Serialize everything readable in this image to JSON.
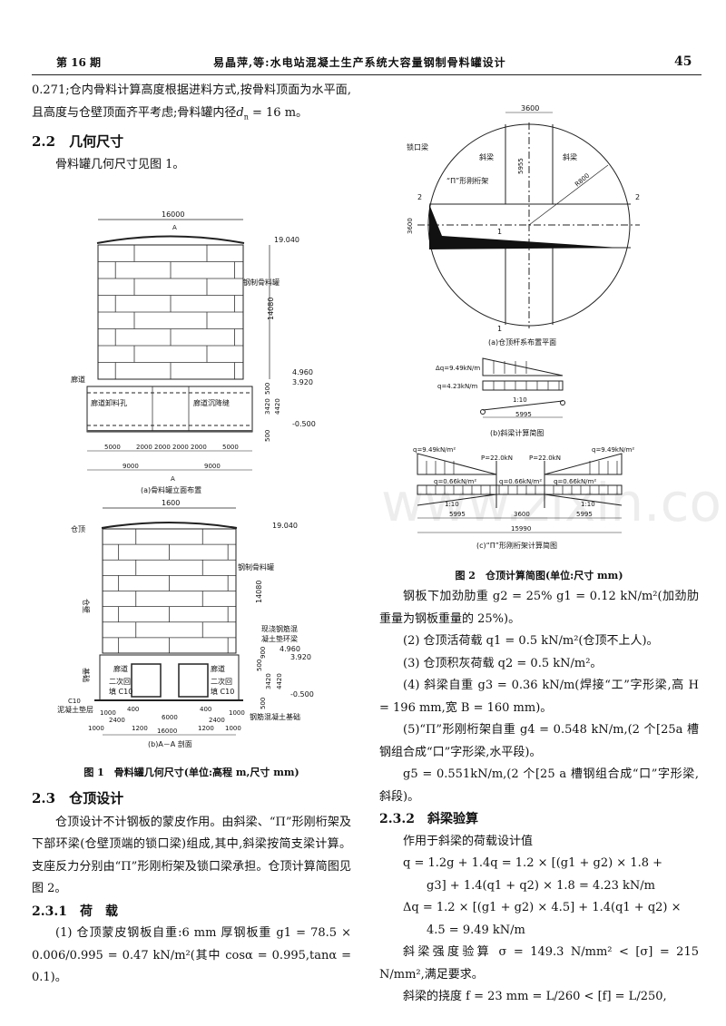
{
  "header": {
    "issue": "第 16 期",
    "running_title": "易晶萍,等:水电站混凝土生产系统大容量钢制骨料罐设计",
    "page_number": "45"
  },
  "left": {
    "p_intro": [
      "0.271;仓内骨料计算高度根据进料方式,按骨料顶面为水平面,且高度与仓壁顶面齐平考虑;骨料罐内径",
      "d",
      "n",
      " = 16 m。"
    ],
    "s22_title": "2.2　几何尺寸",
    "s22_text": "骨料罐几何尺寸见图 1。",
    "fig1": {
      "a": {
        "width_total": "16000",
        "section_mark": "A",
        "elev_top": "19.040",
        "elev_mid1": "4.960",
        "elev_mid2": "3.920",
        "elev_bot": "-0.500",
        "tank_label": "钢制骨料罐",
        "height": "14080",
        "d500a": "500",
        "d3420": "3420",
        "d4420": "4420",
        "d500b": "500",
        "gallery": "廊道",
        "gallery_hole": "廊道卸料孔",
        "gallery_joint": "廊道沉降缝",
        "dims_row1": [
          "5000",
          "2000",
          "2000",
          "2000",
          "2000",
          "5000"
        ],
        "dims_row2": [
          "9000",
          "9000"
        ],
        "caption": "(a)骨料罐立面布置"
      },
      "b": {
        "width_total": "1600",
        "roof": "仓顶",
        "wall": "仓壁",
        "base": "基础",
        "tank_label": "钢制骨料罐",
        "height": "14080",
        "elev_top": "19.040",
        "elev_mid1": "4.960",
        "elev_mid2": "3.920",
        "elev_bot": "-0.500",
        "ring_beam": [
          "现浇钢筋混",
          "凝土垫环梁"
        ],
        "gallery": "廊道",
        "backfill": [
          "二次回",
          "填 C10"
        ],
        "cushion": [
          "C10",
          "泥凝土垫层"
        ],
        "foundation": "钢筋混凝土基础",
        "d900": "900",
        "d500": "500",
        "d3420": "3420",
        "d4420": "4420",
        "d500b": "500",
        "dims_row1": [
          "1000",
          "400",
          "6000",
          "400",
          "1000"
        ],
        "dims_row1b": [
          "2400",
          "2400"
        ],
        "dims_row2": [
          "1000",
          "1200",
          "1200",
          "1000"
        ],
        "dims_total": "16000",
        "caption": "(b)A－A 剖面"
      },
      "caption": "图 1　骨料罐几何尺寸(单位:高程 m,尺寸 mm)"
    },
    "s23_title": "2.3　仓顶设计",
    "s23_text": "仓顶设计不计钢板的蒙皮作用。由斜梁、“Π”形刚桁架及下部环梁(仓壁顶端的锁口梁)组成,其中,斜梁按简支梁计算。支座反力分别由“Π”形刚桁架及锁口梁承担。仓顶计算简图见图 2。",
    "s231_title": "2.3.1　荷　载",
    "s231_item1": "(1) 仓顶蒙皮钢板自重:6 mm 厚钢板重 g1 = 78.5 × 0.006/0.995 = 0.47 kN/m²(其中 cosα = 0.995,tanα = 0.1)。"
  },
  "right": {
    "fig2": {
      "a": {
        "dim_top": "3600",
        "lock_beam": "锁口梁",
        "slant_beam": "斜梁",
        "truss": "“Π”形刚桁架",
        "d5955": "5955",
        "radius": "R800",
        "sec2": "2",
        "sec1": "1",
        "d3600": "3600",
        "caption": "(a)仓顶杆系布置平面"
      },
      "b": {
        "dq": "Δq=9.49kN/m",
        "q": "q=4.23kN/m",
        "slope": "1:10",
        "span": "5995",
        "caption": "(b)斜梁计算简图"
      },
      "c": {
        "q_tri": "q=9.49kN/m²",
        "P": "P=22.0kN",
        "q_uni": "q=0.66kN/m²",
        "slope": "1:10",
        "spans": [
          "5995",
          "3600",
          "5995"
        ],
        "total": "15990",
        "caption": "(c)“Π”形刚桁架计算简图"
      },
      "caption": "图 2　仓顶计算简图(单位:尺寸 mm)"
    },
    "p_g2": "钢板下加劲肋重 g2 = 25% g1 = 0.12 kN/m²(加劲肋重量为钢板重量的 25%)。",
    "item2": "(2) 仓顶活荷载 q1 = 0.5 kN/m²(仓顶不上人)。",
    "item3": "(3) 仓顶积灰荷载 q2 = 0.5 kN/m²。",
    "item4": "(4) 斜梁自重 g3 = 0.36 kN/m(焊接“工”字形梁,高 H = 196 mm,宽 B = 160 mm)。",
    "item5": "(5)“Π”形刚桁架自重 g4 = 0.548 kN/m,(2 个[25a 槽钢组合成“口”字形梁,水平段)。",
    "p_g5": "g5 = 0.551kN/m,(2 个[25 a 槽钢组合成“口”字形梁,斜段)。",
    "s232_title": "2.3.2　斜梁验算",
    "s232_intro": "作用于斜梁的荷载设计值",
    "eq_q1": "q = 1.2g + 1.4q = 1.2 × [(g1 + g2) × 1.8 +",
    "eq_q2": "g3] + 1.4(q1 + q2) × 1.8 = 4.23 kN/m",
    "eq_dq1": "Δq = 1.2 × [(g1 + g2) × 4.5] + 1.4(q1 + q2) ×",
    "eq_dq2": "4.5 = 9.49 kN/m",
    "p_sigma": "斜梁强度验算 σ = 149.3 N/mm² < [σ] = 215 N/mm²,满足要求。",
    "p_defl": "斜梁的挠度 f = 23 mm = L/260 < [f] = L/250,"
  },
  "watermark": "www.zixin.com.cn"
}
